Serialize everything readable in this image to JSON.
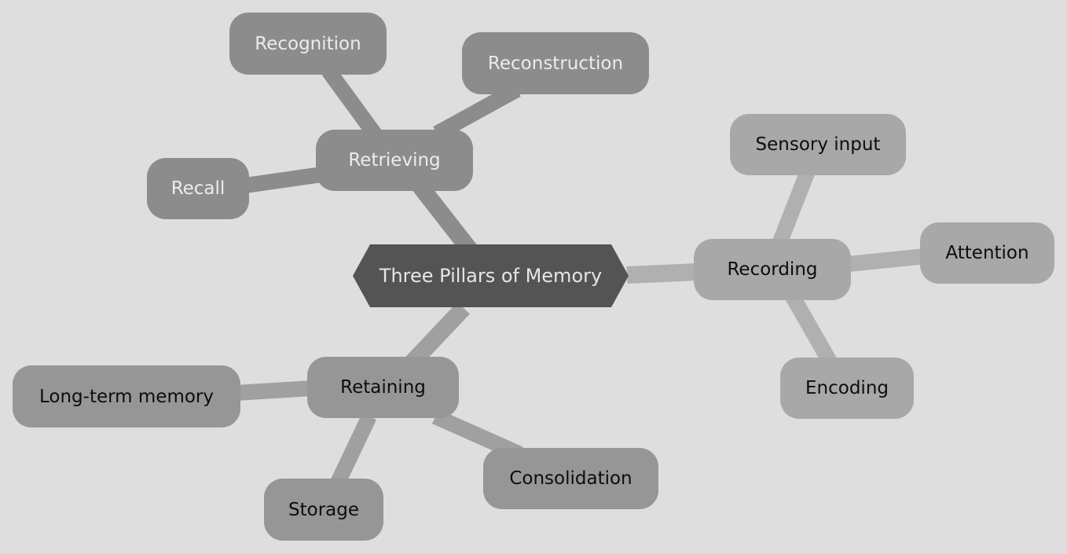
{
  "diagram": {
    "center": {
      "id": "center",
      "label": "Three Pillars of Memory"
    },
    "branches": [
      {
        "id": "retrieving",
        "label": "Retrieving",
        "children": [
          {
            "id": "recognition",
            "label": "Recognition"
          },
          {
            "id": "reconstruction",
            "label": "Reconstruction"
          },
          {
            "id": "recall",
            "label": "Recall"
          }
        ]
      },
      {
        "id": "recording",
        "label": "Recording",
        "children": [
          {
            "id": "sensory-input",
            "label": "Sensory input"
          },
          {
            "id": "attention",
            "label": "Attention"
          },
          {
            "id": "encoding",
            "label": "Encoding"
          }
        ]
      },
      {
        "id": "retaining",
        "label": "Retaining",
        "children": [
          {
            "id": "long-term-memory",
            "label": "Long-term memory"
          },
          {
            "id": "storage",
            "label": "Storage"
          },
          {
            "id": "consolidation",
            "label": "Consolidation"
          }
        ]
      }
    ]
  },
  "colors": {
    "background": "#dedede",
    "center_fill": "#545454",
    "retrieving_fill": "#8c8c8c",
    "recording_fill": "#a8a8a8",
    "retaining_fill": "#969696",
    "retrieving_link": "#8c8c8c",
    "recording_link": "#b0b0b0",
    "retaining_link": "#a0a0a0"
  }
}
